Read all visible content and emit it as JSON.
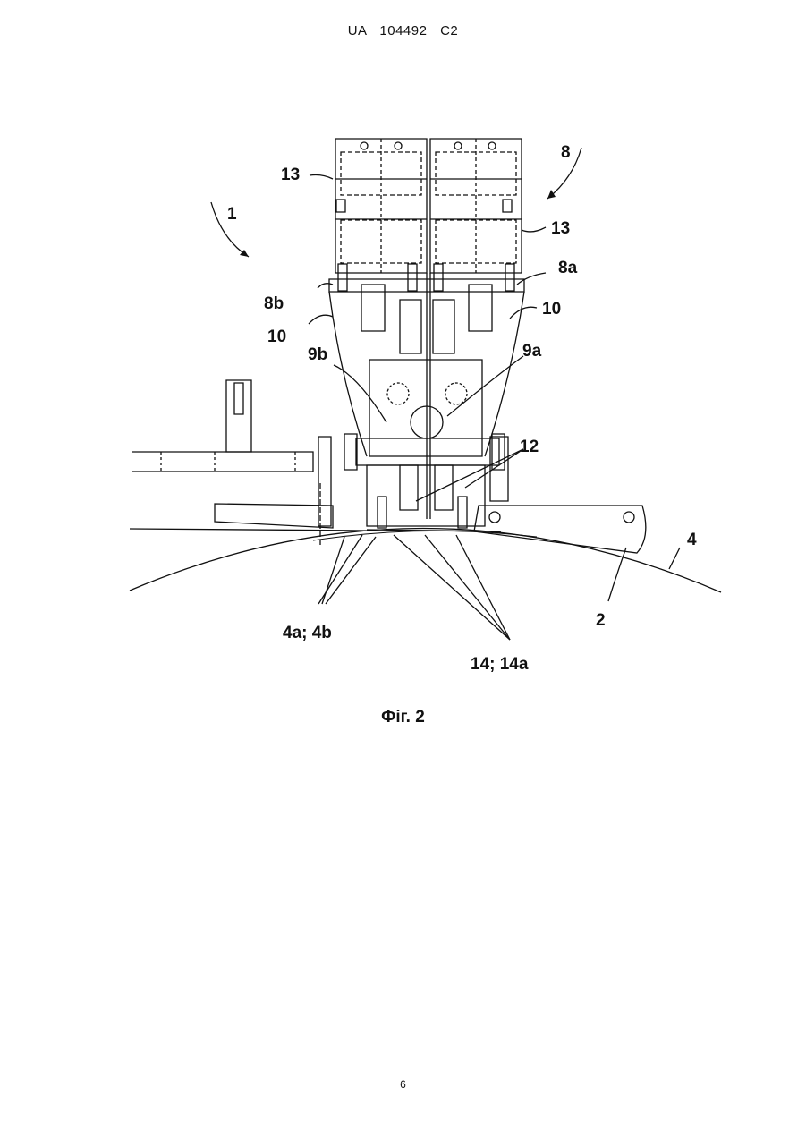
{
  "header": {
    "text": "UA   104492   C2"
  },
  "figure": {
    "labels": {
      "l1": "1",
      "l8": "8",
      "l13a": "13",
      "l13b": "13",
      "l8a": "8a",
      "l8b": "8b",
      "l10a": "10",
      "l10b": "10",
      "l9a": "9a",
      "l9b": "9b",
      "l12": "12",
      "l4": "4",
      "l2": "2",
      "l4a4b": "4a; 4b",
      "l14": "14; 14a"
    },
    "caption": "Фіг. 2"
  },
  "footer": {
    "page_number": "6"
  }
}
